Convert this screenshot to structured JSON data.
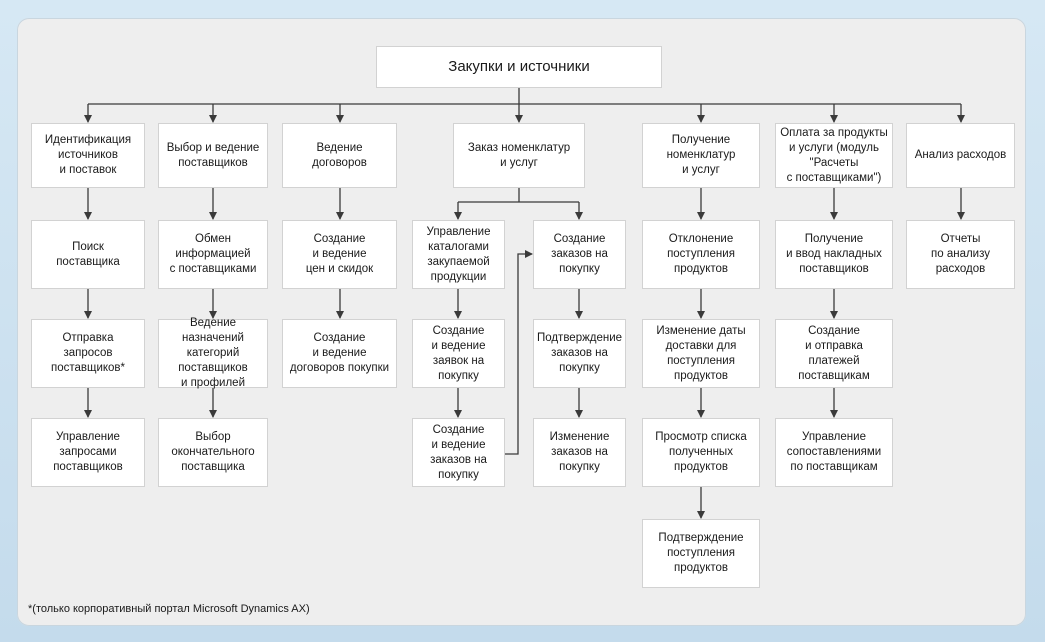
{
  "title": "Закупки и источники",
  "columns": [
    {
      "header": "Идентификация\nисточников\nи поставок",
      "items": [
        "Поиск\nпоставщика",
        "Отправка\nзапросов\nпоставщиков*",
        "Управление\nзапросами\nпоставщиков"
      ]
    },
    {
      "header": "Выбор и ведение\nпоставщиков",
      "items": [
        "Обмен\nинформацией\nс поставщиками",
        "Ведение\nназначений\nкатегорий\nпоставщиков\nи профилей",
        "Выбор\nокончательного\nпоставщика"
      ]
    },
    {
      "header": "Ведение\nдоговоров",
      "items": [
        "Создание\nи ведение\nцен и скидок",
        "Создание\nи ведение\nдоговоров покупки"
      ]
    },
    {
      "header": "Заказ номенклатур\nи услуг",
      "left_items": [
        "Управление\nкаталогами\nзакупаемой\nпродукции",
        "Создание\nи ведение\nзаявок на\nпокупку",
        "Создание\nи ведение\nзаказов на\nпокупку"
      ],
      "right_items": [
        "Создание\nзаказов на\nпокупку",
        "Подтверждение\nзаказов на\nпокупку",
        "Изменение\nзаказов на\nпокупку"
      ]
    },
    {
      "header": "Получение\nноменклатур\nи услуг",
      "items": [
        "Отклонение\nпоступления\nпродуктов",
        "Изменение даты\nдоставки для\nпоступления\nпродуктов",
        "Просмотр списка\nполученных\nпродуктов",
        "Подтверждение\nпоступления\nпродуктов"
      ]
    },
    {
      "header": "Оплата за продукты\nи услуги (модуль\n\"Расчеты\nс поставщиками\")",
      "items": [
        "Получение\nи ввод накладных\nпоставщиков",
        "Создание\nи отправка\nплатежей\nпоставщикам",
        "Управление\nсопоставлениями\nпо поставщикам"
      ]
    },
    {
      "header": "Анализ расходов",
      "items": [
        "Отчеты\nпо анализу\nрасходов"
      ]
    }
  ],
  "footnote": "*(только корпоративный портал Microsoft Dynamics AX)",
  "colors": {
    "frame": "#c4dbec",
    "panel": "#eeeeee",
    "box": "#ffffff",
    "box_border": "#d2d2d2",
    "connector": "#3a3a3a"
  }
}
